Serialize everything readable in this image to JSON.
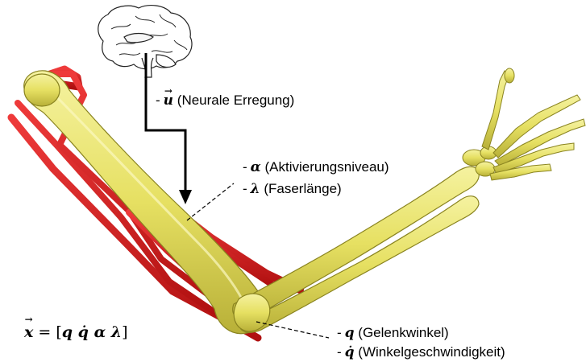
{
  "labels": {
    "u": {
      "symbol": "u",
      "text": "(Neurale Erregung)"
    },
    "alpha": {
      "symbol": "α",
      "text": "(Aktivierungsniveau)"
    },
    "lambda": {
      "symbol": "λ",
      "text": "(Faserlänge)"
    },
    "q": {
      "symbol": "q",
      "text": "(Gelenkwinkel)"
    },
    "qdot": {
      "symbol": "q̇",
      "text": "(Winkelgeschwindigkeit)"
    }
  },
  "state_vector": {
    "lhs": "x",
    "equals": "=",
    "bracket_open": "[",
    "terms": "q q̇ α λ",
    "bracket_close": "]"
  },
  "colors": {
    "muscle": "#d42020",
    "bone": "#e8e46a",
    "bone_edge": "#8a8420",
    "arrow": "#000000"
  },
  "icons": {
    "brain": "brain-icon",
    "arrow": "arrow-down-icon"
  }
}
